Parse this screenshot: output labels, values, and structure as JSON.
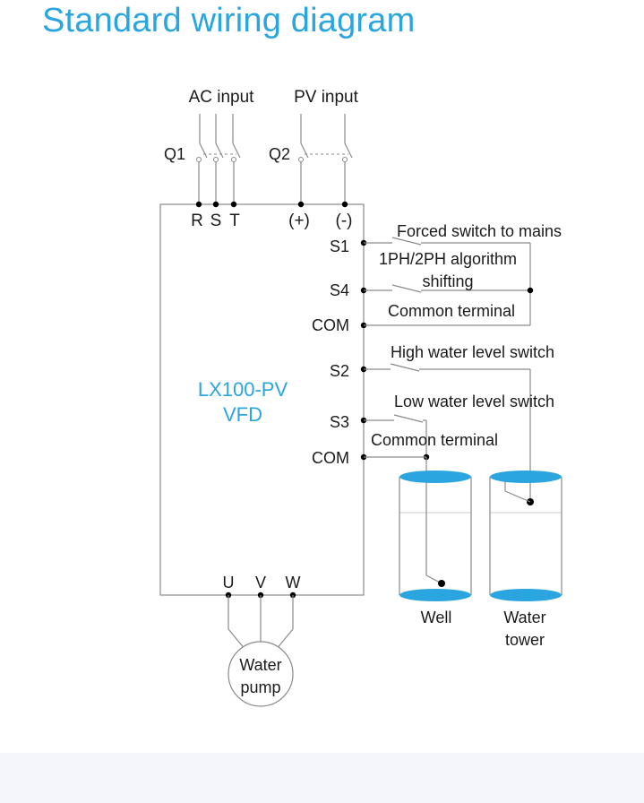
{
  "title": "Standard wiring diagram",
  "colors": {
    "accent": "#2aa5df",
    "water": "#2aa5df",
    "footer": "#f4f6fb"
  },
  "inputs": {
    "ac": "AC input",
    "pv": "PV input"
  },
  "breakers": {
    "q1": "Q1",
    "q2": "Q2"
  },
  "power_terminals": [
    "R",
    "S",
    "T",
    "(+)",
    "(-)"
  ],
  "vfd": {
    "line1": "LX100-PV",
    "line2": "VFD"
  },
  "control_terminals": [
    "S1",
    "S4",
    "COM",
    "S2",
    "S3",
    "COM"
  ],
  "switch_labels": {
    "forced": "Forced switch to mains",
    "algo_line1": "1PH/2PH algorithm",
    "algo_line2": "shifting",
    "common1": "Common terminal",
    "high": "High water level switch",
    "low": "Low water level switch",
    "common2": "Common terminal"
  },
  "output_terminals": [
    "U",
    "V",
    "W"
  ],
  "pump": {
    "line1": "Water",
    "line2": "pump"
  },
  "tanks": {
    "well": "Well",
    "tower_line1": "Water",
    "tower_line2": "tower"
  }
}
